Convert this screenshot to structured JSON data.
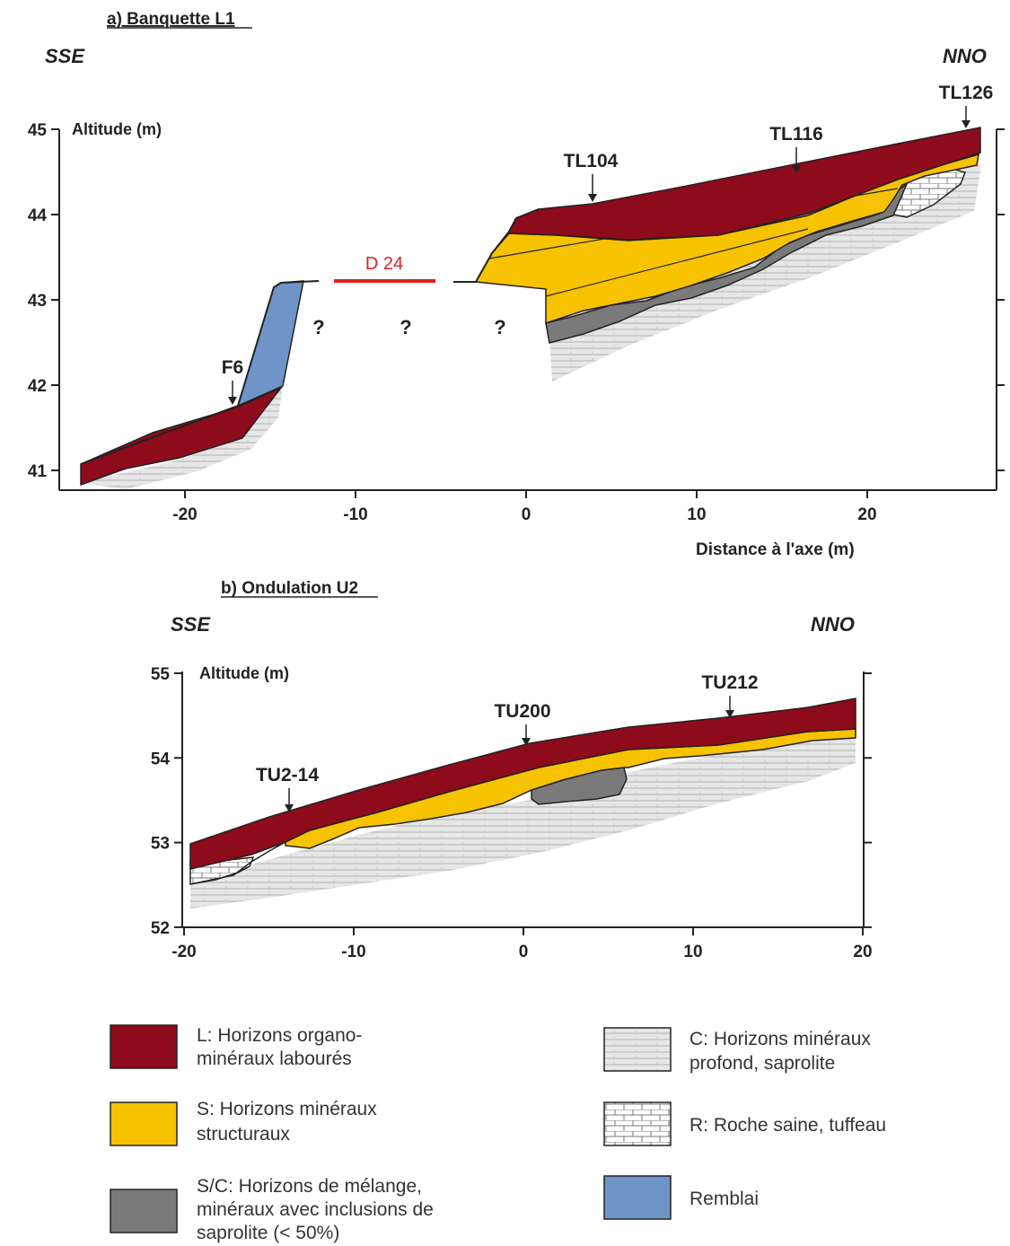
{
  "panel_a": {
    "title": "a) Banquette L1",
    "left_direction": "SSE",
    "right_direction": "NNO",
    "y_axis_label": "Altitude (m)",
    "x_axis_label": "Distance à l'axe (m)",
    "y_ticks": [
      "45",
      "44",
      "43",
      "42",
      "41"
    ],
    "x_ticks": [
      "-20",
      "-10",
      "0",
      "10",
      "20"
    ],
    "markers": [
      "TL126",
      "TL116",
      "TL104",
      "F6"
    ],
    "ditch_label": "D 24",
    "unknown_marks": [
      "?",
      "?",
      "?"
    ]
  },
  "panel_b": {
    "title": "b) Ondulation U2",
    "left_direction": "SSE",
    "right_direction": "NNO",
    "y_axis_label": "Altitude (m)",
    "y_ticks": [
      "55",
      "54",
      "53",
      "52"
    ],
    "x_ticks": [
      "-20",
      "-10",
      "0",
      "10",
      "20"
    ],
    "markers": [
      "TU212",
      "TU200",
      "TU2-14"
    ]
  },
  "legend": [
    {
      "key": "L",
      "lines": [
        "L: Horizons organo-",
        "minéraux labourés"
      ],
      "color": "#8e0b1c"
    },
    {
      "key": "S",
      "lines": [
        "S: Horizons minéraux",
        "structuraux"
      ],
      "color": "#f7c200"
    },
    {
      "key": "SC",
      "lines": [
        "S/C: Horizons de mélange,",
        "minéraux avec inclusions de",
        "saprolite (< 50%)"
      ],
      "color": "#7a7a7a"
    },
    {
      "key": "C",
      "lines": [
        "C: Horizons minéraux",
        "profond, saprolite"
      ],
      "color": "#d4d4d4"
    },
    {
      "key": "R",
      "lines": [
        "R: Roche saine, tuffeau"
      ],
      "color": "#ffffff"
    },
    {
      "key": "Remblai",
      "lines": [
        "Remblai"
      ],
      "color": "#6f95c8"
    }
  ],
  "colors": {
    "labour": "#8e0b1c",
    "structural": "#f7c200",
    "mixing": "#7a7a7a",
    "saprolite": "#d4d4d4",
    "fill": "#6f95c8",
    "ditch": "#e02020"
  }
}
